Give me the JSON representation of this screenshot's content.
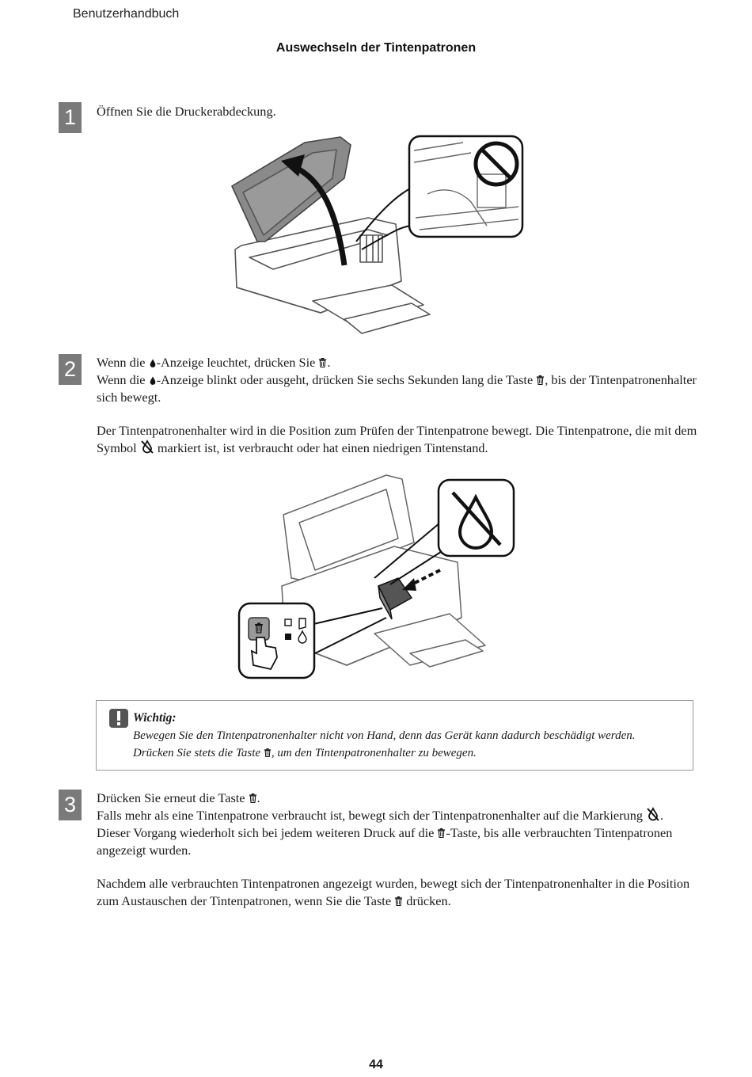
{
  "header": {
    "running_title": "Benutzerhandbuch",
    "section_title": "Auswechseln der Tintenpatronen"
  },
  "steps": [
    {
      "number": "1",
      "line1": "Öffnen Sie die Druckerabdeckung."
    },
    {
      "number": "2",
      "p1_a": "Wenn die ",
      "p1_b": "-Anzeige leuchtet, drücken Sie ",
      "p1_c": ".",
      "p2_a": "Wenn die ",
      "p2_b": "-Anzeige blinkt oder ausgeht, drücken Sie sechs Sekunden lang die Taste ",
      "p2_c": ", bis der Tintenpatronenhalter sich bewegt.",
      "p3_a": "Der Tintenpatronenhalter wird in die Position zum Prüfen der Tintenpatrone bewegt. Die Tintenpatrone, die mit dem Symbol ",
      "p3_b": " markiert ist, ist verbraucht oder hat einen niedrigen Tintenstand."
    },
    {
      "number": "3",
      "p1_a": "Drücken Sie erneut die Taste ",
      "p1_b": ".",
      "p2_a": "Falls mehr als eine Tintenpatrone verbraucht ist, bewegt sich der Tintenpatronenhalter auf die Markierung ",
      "p2_b": ". Dieser Vorgang wiederholt sich bei jedem weiteren Druck auf die ",
      "p2_c": "-Taste, bis alle verbrauchten Tintenpatronen angezeigt wurden.",
      "p3_a": "Nachdem alle verbrauchten Tintenpatronen angezeigt wurden, bewegt sich der Tintenpatronenhalter in die Position zum Austauschen der Tintenpatronen, wenn Sie die Taste ",
      "p3_b": " drücken."
    }
  ],
  "warning": {
    "title": "Wichtig:",
    "line1": "Bewegen Sie den Tintenpatronenhalter nicht von Hand, denn das Gerät kann dadurch beschädigt werden.",
    "line2_a": "Drücken Sie stets die Taste ",
    "line2_b": ", um den Tintenpatronenhalter zu bewegen."
  },
  "icons": {
    "ink": "ink-drop-icon",
    "button": "ink-button-icon",
    "empty": "ink-empty-icon",
    "warning": "exclamation-icon"
  },
  "page_number": "44"
}
